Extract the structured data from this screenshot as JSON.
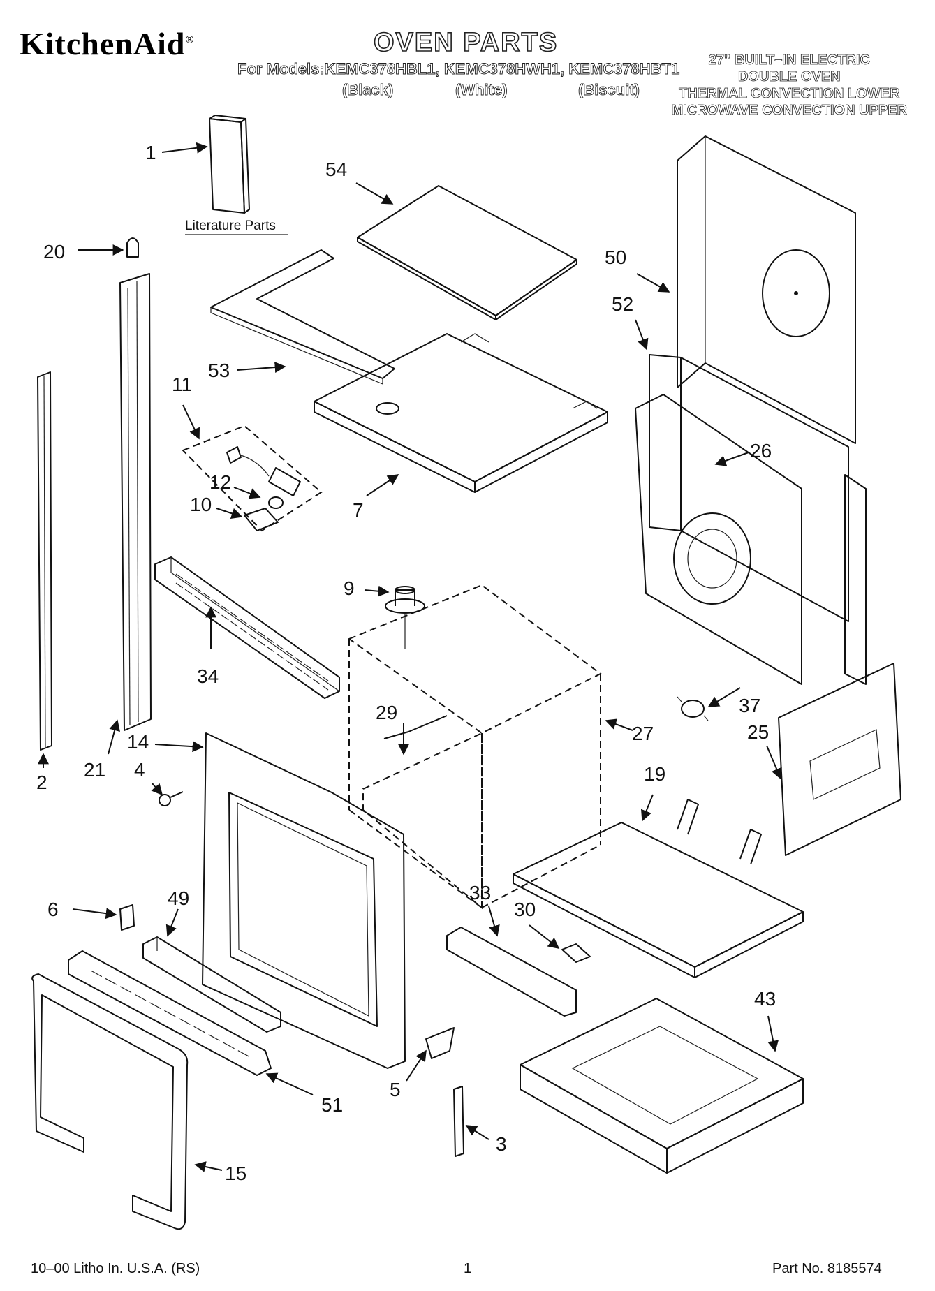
{
  "header": {
    "brand": "KitchenAid",
    "brand_mark": "®",
    "title": "OVEN PARTS",
    "models_line": "For Models:KEMC378HBL1, KEMC378HWH1, KEMC378HBT1",
    "colors": [
      "(Black)",
      "(White)",
      "(Biscuit)"
    ],
    "description": [
      "27\" BUILT–IN ELECTRIC",
      "DOUBLE OVEN",
      "THERMAL CONVECTION LOWER",
      "MICROWAVE CONVECTION UPPER"
    ]
  },
  "literature_label": "Literature Parts",
  "callouts": [
    "1",
    "20",
    "54",
    "50",
    "52",
    "53",
    "11",
    "12",
    "10",
    "7",
    "26",
    "2",
    "21",
    "9",
    "34",
    "14",
    "4",
    "29",
    "27",
    "37",
    "25",
    "19",
    "6",
    "49",
    "33",
    "30",
    "43",
    "5",
    "51",
    "3",
    "15"
  ],
  "footer": {
    "left": "10–00 Litho In. U.S.A. (RS)",
    "page": "1",
    "part_no": "Part No. 8185574"
  }
}
